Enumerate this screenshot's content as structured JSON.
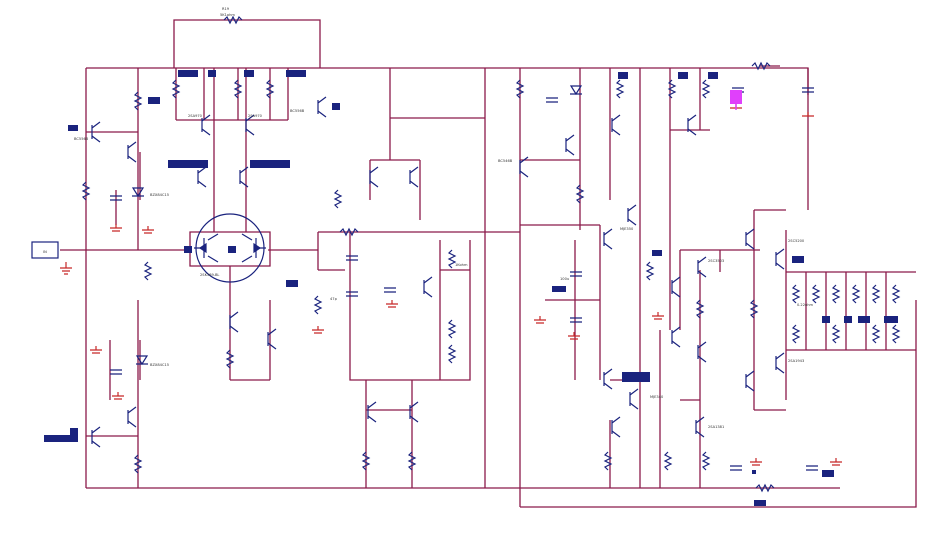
{
  "colors": {
    "wire": "#8b1a4a",
    "component": "#1a237e",
    "highlight": "#e040fb",
    "background": "#ffffff"
  },
  "labels": {
    "r_top": "R19",
    "r_top_val": "5K1ohm",
    "jfet": "2SK389-BL",
    "q_in_left": "BC556B",
    "q_in_right": "BC556B",
    "q_mirror_a": "2SA970",
    "q_mirror_b": "2SA970",
    "q_vas": "BC546B",
    "q_drv_pnp": "MJE350",
    "q_drv_npn": "MJE340",
    "q_out_npn": "2SC5200",
    "q_out_pnp": "2SA1943",
    "q_mid_a": "2SC3503",
    "q_mid_b": "2SA1381",
    "zener_a": "BZX84C15",
    "zener_b": "BZX84C15",
    "input_port": "IN",
    "r_emit": "0.22ohm",
    "r_gen": "1Kohm",
    "c_gen": "100u",
    "c_fb": "47p"
  }
}
